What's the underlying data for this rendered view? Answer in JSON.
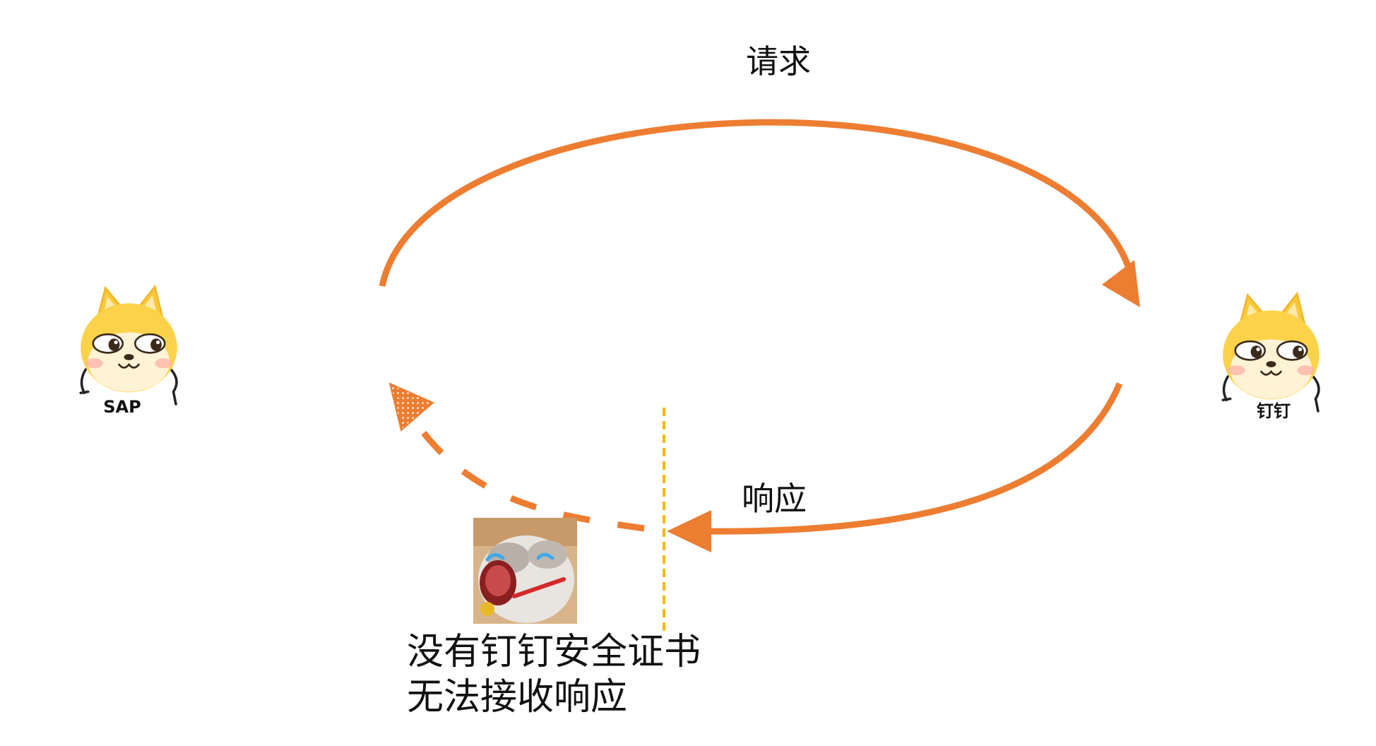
{
  "nodes": {
    "left_label": "SAP",
    "right_label": "钉钉"
  },
  "edges": {
    "request_label": "请求",
    "response_label": "响应"
  },
  "caption": {
    "line1": "没有钉钉安全证书",
    "line2": "无法接收响应"
  },
  "colors": {
    "arrow": "#ED7D31",
    "barrier": "#F5B800",
    "mascot_fill": "#FBD24A",
    "mascot_face": "#FFF3D6"
  },
  "icons": {
    "left_node": "shiba-mascot-icon",
    "right_node": "shiba-mascot-icon",
    "failure_icon": "crying-cat-icon"
  }
}
